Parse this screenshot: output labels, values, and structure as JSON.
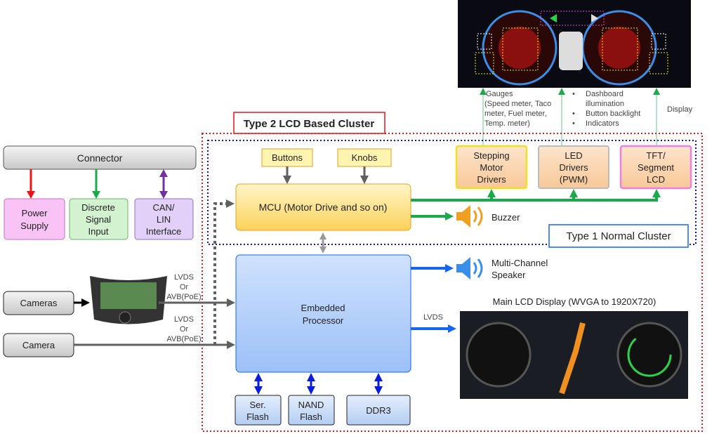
{
  "connector": {
    "label": "Connector"
  },
  "inputs": [
    {
      "line1": "Power",
      "line2": "Supply"
    },
    {
      "line1": "Discrete",
      "line2": "Signal",
      "line3": "Input"
    },
    {
      "line1": "CAN/",
      "line2": "LIN",
      "line3": "Interface"
    }
  ],
  "cameras": {
    "multi": "Cameras",
    "single": "Camera"
  },
  "link_label": {
    "l1": "LVDS",
    "l2": "Or",
    "l3": "AVB(PoE)"
  },
  "type2_title": "Type 2 LCD Based Cluster",
  "type1_title": "Type 1 Normal Cluster",
  "buttons": "Buttons",
  "knobs": "Knobs",
  "mcu": "MCU (Motor Drive and so on)",
  "buzzer": "Buzzer",
  "drivers": [
    {
      "l1": "Stepping",
      "l2": "Motor",
      "l3": "Drivers"
    },
    {
      "l1": "LED",
      "l2": "Drivers",
      "l3": "(PWM)"
    },
    {
      "l1": "TFT/",
      "l2": "Segment",
      "l3": "LCD"
    }
  ],
  "annotations": {
    "gauges": [
      "Gauges",
      "(Speed meter, Taco",
      " meter, Fuel meter,",
      " Temp. meter)"
    ],
    "leds": [
      "Dashboard",
      "illumination",
      "Button backlight",
      "Indicators"
    ],
    "display": "Display"
  },
  "processor": {
    "l1": "Embedded",
    "l2": "Processor"
  },
  "speaker": {
    "l1": "Multi-Channel",
    "l2": "Speaker"
  },
  "lvds": "LVDS",
  "main_lcd_title": "Main LCD Display (WVGA to 1920X720)",
  "memory": [
    {
      "l1": "Ser.",
      "l2": "Flash"
    },
    {
      "l1": "NAND",
      "l2": "Flash"
    },
    {
      "l1": "DDR3"
    }
  ],
  "colors": {
    "red": "#e8141b",
    "green": "#1aaa4a",
    "purple": "#7030a0",
    "blue": "#1466f0",
    "gray": "#606060"
  }
}
